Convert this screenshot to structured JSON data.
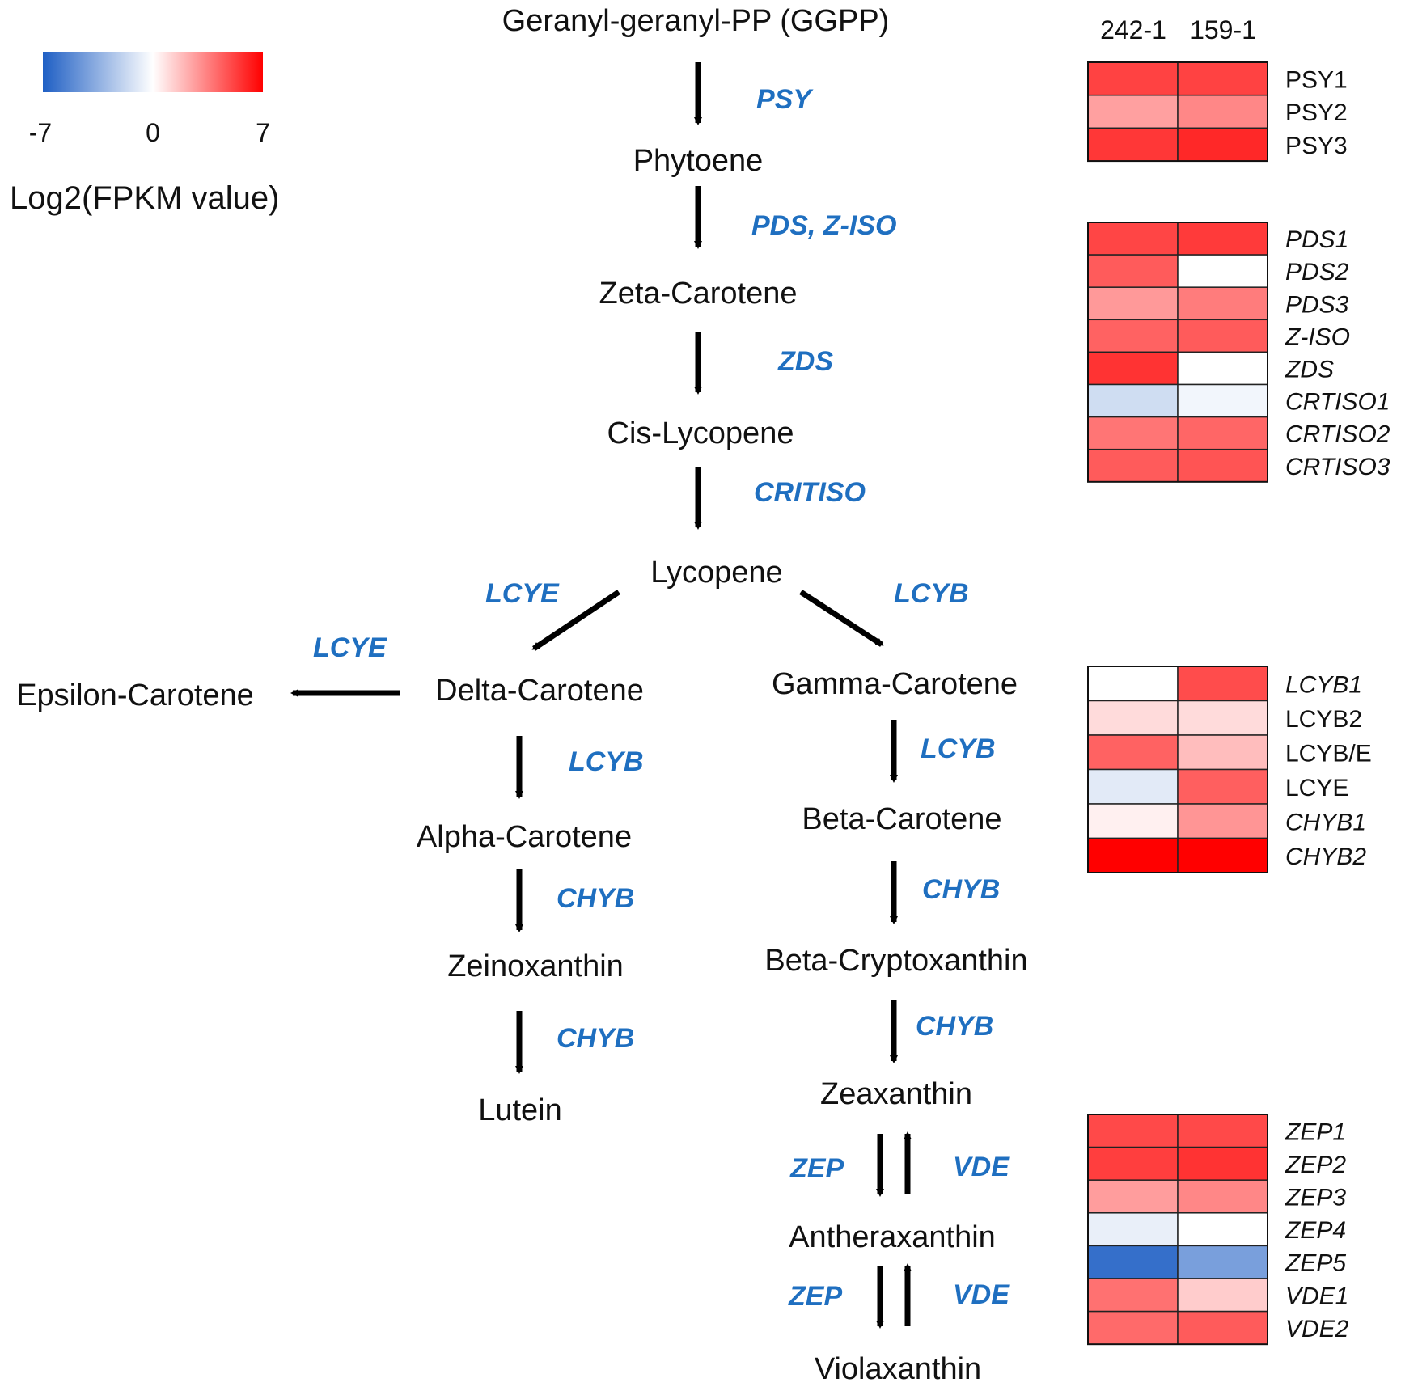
{
  "legend": {
    "title": "Log2(FPKM value)",
    "min_label": "-7",
    "mid_label": "0",
    "max_label": "7",
    "colors": {
      "low": "#1f5fc4",
      "mid": "#ffffff",
      "high": "#ff0000"
    }
  },
  "pathway": {
    "nodes": {
      "ggpp": "Geranyl-geranyl-PP (GGPP)",
      "phytoene": "Phytoene",
      "zeta": "Zeta-Carotene",
      "cislyc": "Cis-Lycopene",
      "lycopene": "Lycopene",
      "delta": "Delta-Carotene",
      "epsilon": "Epsilon-Carotene",
      "gamma": "Gamma-Carotene",
      "alpha": "Alpha-Carotene",
      "zeino": "Zeinoxanthin",
      "lutein": "Lutein",
      "beta": "Beta-Carotene",
      "betacrypto": "Beta-Cryptoxanthin",
      "zeax": "Zeaxanthin",
      "anther": "Antheraxanthin",
      "viola": "Violaxanthin"
    },
    "enzymes": {
      "psy": "PSY",
      "pds_ziso": "PDS, Z-ISO",
      "zds": "ZDS",
      "critiso": "CRITISO",
      "lcye_left": "LCYE",
      "lcyb_right": "LCYB",
      "lcye_epsilon": "LCYE",
      "lcyb_alpha": "LCYB",
      "chyb_zeino": "CHYB",
      "chyb_lutein": "CHYB",
      "lcyb_beta": "LCYB",
      "chyb_betacrypto": "CHYB",
      "chyb_zeax": "CHYB",
      "zep_1": "ZEP",
      "vde_1": "VDE",
      "zep_2": "ZEP",
      "vde_2": "VDE"
    }
  },
  "heatmap": {
    "columns": [
      "242-1",
      "159-1"
    ],
    "groups": [
      {
        "rows": [
          {
            "gene": "PSY1",
            "italic": false,
            "values": [
              5.2,
              5.2
            ]
          },
          {
            "gene": "PSY2",
            "italic": false,
            "values": [
              2.6,
              3.3
            ]
          },
          {
            "gene": "PSY3",
            "italic": false,
            "values": [
              5.5,
              5.9
            ]
          }
        ]
      },
      {
        "rows": [
          {
            "gene": "PDS1",
            "italic": true,
            "values": [
              5.1,
              5.4
            ]
          },
          {
            "gene": "PDS2",
            "italic": true,
            "values": [
              4.5,
              0.0
            ]
          },
          {
            "gene": "PDS3",
            "italic": true,
            "values": [
              2.8,
              3.6
            ]
          },
          {
            "gene": "Z-ISO",
            "italic": true,
            "values": [
              4.3,
              4.5
            ]
          },
          {
            "gene": "ZDS",
            "italic": true,
            "values": [
              5.6,
              0.0
            ]
          },
          {
            "gene": "CRTISO1",
            "italic": true,
            "values": [
              -1.5,
              -0.4
            ]
          },
          {
            "gene": "CRTISO2",
            "italic": true,
            "values": [
              3.8,
              4.2
            ]
          },
          {
            "gene": "CRTISO3",
            "italic": true,
            "values": [
              4.5,
              4.7
            ]
          }
        ]
      },
      {
        "rows": [
          {
            "gene": "LCYB1",
            "italic": true,
            "values": [
              0.0,
              4.9
            ]
          },
          {
            "gene": "LCYB2",
            "italic": false,
            "values": [
              1.0,
              1.0
            ]
          },
          {
            "gene": "LCYB/E",
            "italic": false,
            "values": [
              4.3,
              1.8
            ]
          },
          {
            "gene": "LCYE",
            "italic": false,
            "values": [
              -0.9,
              4.4
            ]
          },
          {
            "gene": "CHYB1",
            "italic": true,
            "values": [
              0.4,
              2.9
            ]
          },
          {
            "gene": "CHYB2",
            "italic": true,
            "values": [
              7.0,
              7.0
            ]
          }
        ]
      },
      {
        "rows": [
          {
            "gene": "ZEP1",
            "italic": true,
            "values": [
              5.0,
              5.0
            ]
          },
          {
            "gene": "ZEP2",
            "italic": true,
            "values": [
              5.3,
              5.6
            ]
          },
          {
            "gene": "ZEP3",
            "italic": true,
            "values": [
              2.7,
              3.3
            ]
          },
          {
            "gene": "ZEP4",
            "italic": true,
            "values": [
              -0.7,
              0.0
            ]
          },
          {
            "gene": "ZEP5",
            "italic": true,
            "values": [
              -6.3,
              -4.2
            ]
          },
          {
            "gene": "VDE1",
            "italic": true,
            "values": [
              3.9,
              1.4
            ]
          },
          {
            "gene": "VDE2",
            "italic": true,
            "values": [
              4.1,
              4.5
            ]
          }
        ]
      }
    ]
  }
}
